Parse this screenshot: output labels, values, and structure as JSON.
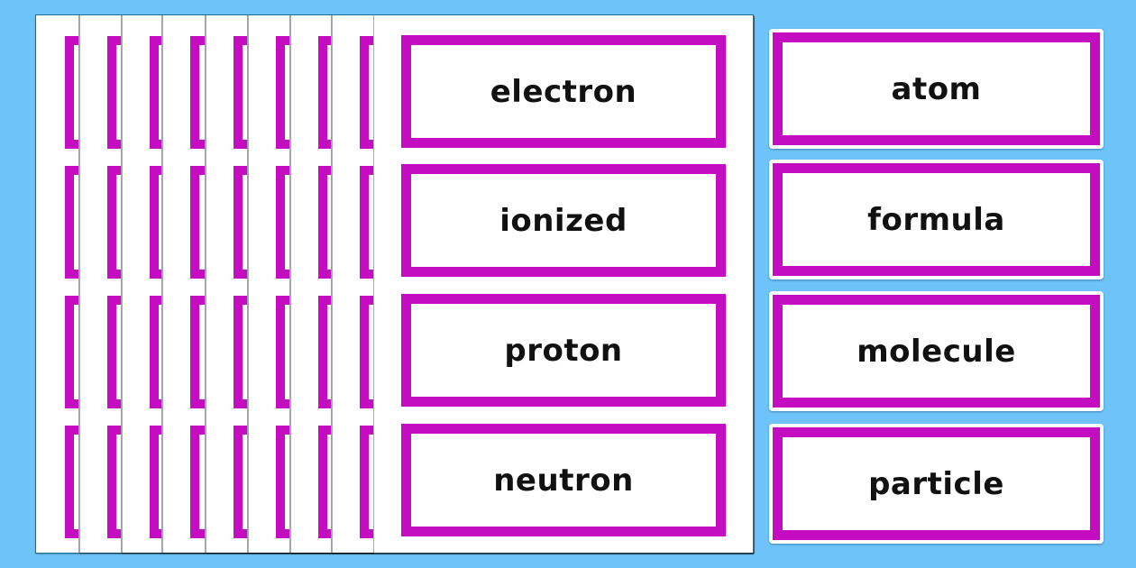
{
  "background_color": "#6ec4f8",
  "frame_color": "#c40cc0",
  "stacked_sheets": {
    "count": 9,
    "front_sheet_cards": [
      {
        "word": "electron"
      },
      {
        "word": "ionized"
      },
      {
        "word": "proton"
      },
      {
        "word": "neutron"
      }
    ]
  },
  "loose_cards": [
    {
      "word": "atom"
    },
    {
      "word": "formula"
    },
    {
      "word": "molecule"
    },
    {
      "word": "particle"
    }
  ]
}
